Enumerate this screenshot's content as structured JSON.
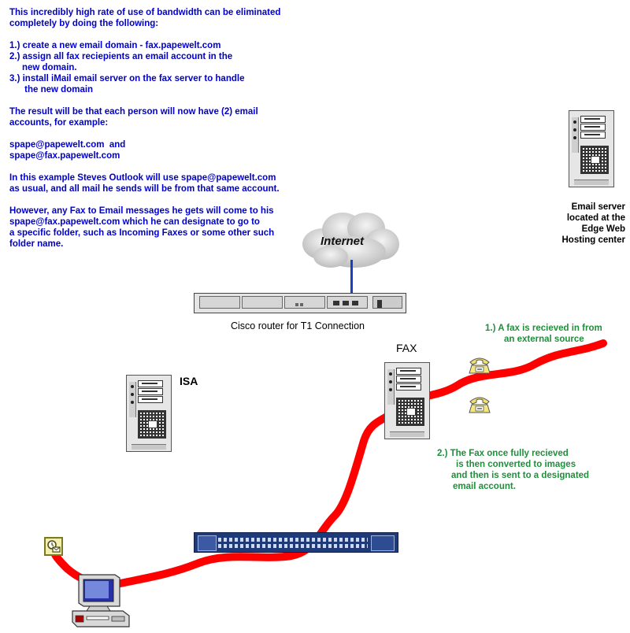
{
  "instructions": {
    "para1": [
      "This incredibly high rate of use of bandwidth can be eliminated",
      "completely by doing the following:"
    ],
    "steps": [
      "1.)  create a new email domain - fax.papewelt.com",
      "2.) assign all fax reciepients an email account in the",
      "     new domain.",
      "3.) install iMail email server on the fax server to handle",
      "      the new domain"
    ],
    "para2": [
      "The result will be that each person will now have (2) email",
      "accounts, for example:"
    ],
    "examples": [
      "spape@papewelt.com  and",
      "spape@fax.papewelt.com"
    ],
    "para3": [
      "In this example Steves Outlook will use spape@papewelt.com",
      "as usual, and all mail he sends will be from that same account."
    ],
    "para4": [
      "However, any Fax to Email messages he gets will come to his",
      "spape@fax.papewelt.com which he can designate to go to",
      "a specific folder, such as Incoming Faxes or some other such",
      "folder name."
    ]
  },
  "labels": {
    "internet": "Internet",
    "router": "Cisco router for T1 Connection",
    "fax": "FAX",
    "isa": "ISA",
    "email_server": [
      "Email server",
      "located at the",
      "Edge Web",
      "Hosting center"
    ]
  },
  "notes": {
    "note1": [
      "1.)  A fax is recieved in from",
      "an external source"
    ],
    "note2": [
      "2.)  The Fax once fully recieved",
      "is then converted to images",
      "and then is sent to a designated",
      "email account."
    ]
  },
  "colors": {
    "instruction_text": "#0000cc",
    "note_text": "#1f8f3a",
    "flow_path": "#ff0000",
    "cloud": "#d9d9d9",
    "switch_body": "#1e3a78"
  },
  "icons": {
    "cloud": "internet-cloud-icon",
    "server": "tower-server-icon",
    "router": "rack-router-icon",
    "switch": "network-switch-icon",
    "phone": "telephone-icon",
    "outlook": "outlook-icon",
    "workstation": "desktop-computer-icon"
  }
}
